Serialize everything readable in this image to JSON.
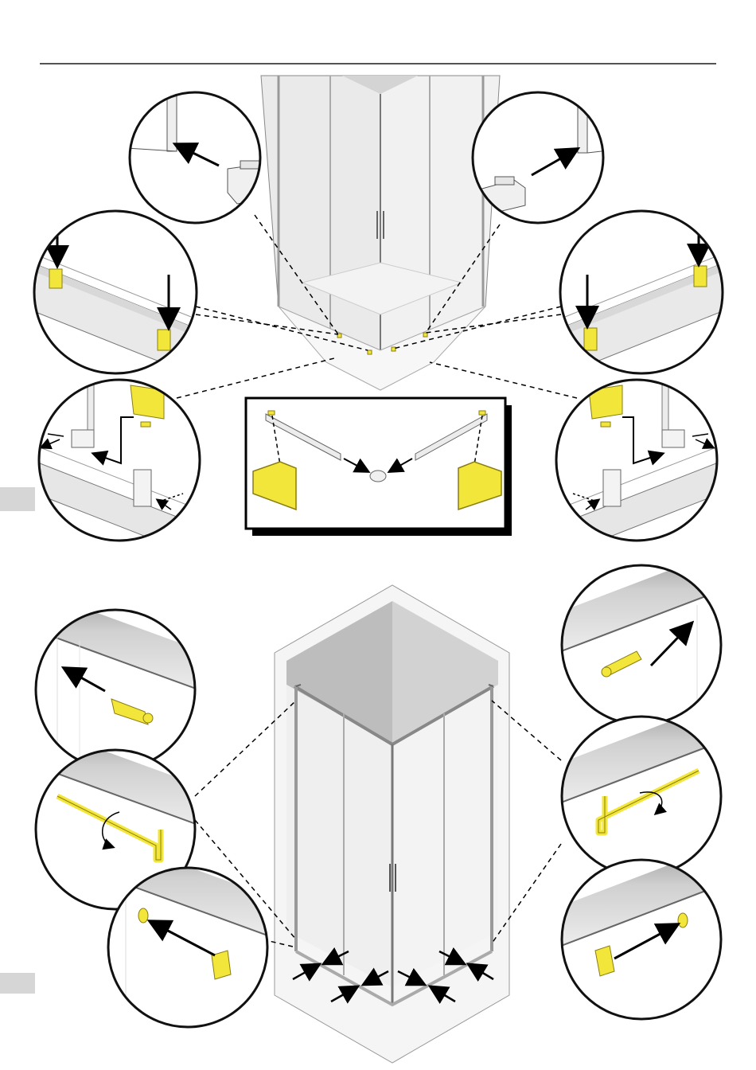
{
  "page": {
    "rule_color": "#1a1a1a",
    "accent_color": "#f3e63a",
    "accent_stroke": "#8a7d10",
    "line_color": "#000000",
    "tab_color": "#d6d6d6"
  },
  "panels": [
    {
      "name": "top-assembly-panel",
      "content": "corner-shower-enclosure-bottom-guide-installation"
    },
    {
      "name": "bottom-assembly-panel",
      "content": "corner-shower-enclosure-wall-profile-fixing"
    }
  ],
  "icons": {
    "detail_views": [
      "wall-bracket-insert-icon",
      "roller-fit-icon",
      "guide-clip-icon",
      "bracket-screw-icon",
      "handle-rotate-icon",
      "wall-plug-icon"
    ],
    "arrows": [
      "push-arrow-icon",
      "rotate-arrow-icon",
      "measure-arrow-icon"
    ]
  }
}
